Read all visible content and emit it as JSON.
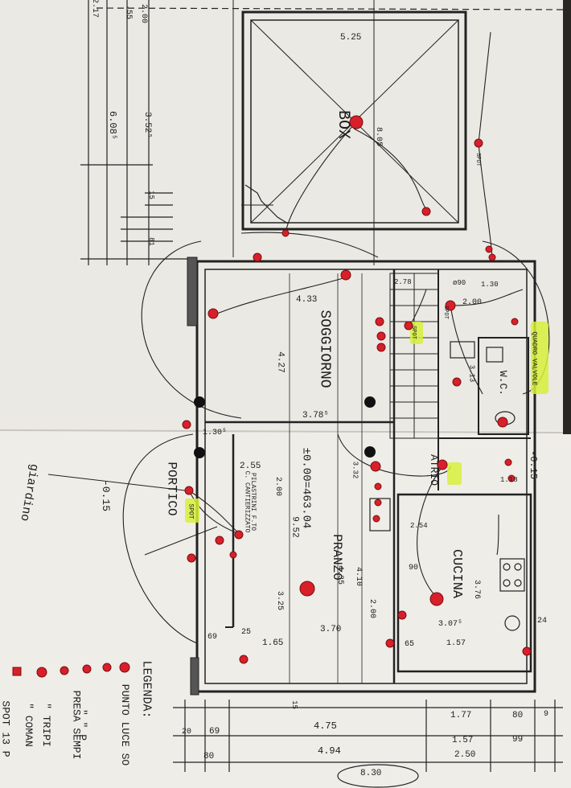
{
  "rooms": {
    "box": "BOX",
    "soggiorno": "SOGGIORNO",
    "portico": "PORTICO",
    "pranzo": "PRANZO",
    "cucina": "CUCINA",
    "wc": "W.C.",
    "atrio": "ATRIO",
    "giardino": "giardino"
  },
  "level": "±0.00=463.04",
  "level_outside": "-0.15",
  "level_right": "-0.15",
  "column_note": [
    "PILASTRINI F.TO",
    "C. CANTIERIZZATO"
  ],
  "quadro": "QUADRO VALVOLE",
  "spot_tags": [
    "SPOT",
    "SPOT",
    "SPOT",
    "SPOT"
  ],
  "legend": {
    "title": "LEGENDA:",
    "items": [
      "PUNTO LUCE SO",
      "\" \" P",
      "PRESA SEMPI",
      "\" TRIPI",
      "\" COMAN",
      "SPOT   13 P"
    ]
  },
  "dims": {
    "d_525": "5.25",
    "d_805": "8.05",
    "d_3525": "3.52⁵",
    "d_6085": "6.08⁵",
    "d_200": "2.00",
    "d_055": ".55",
    "d_217": "2.17",
    "d_15": "15",
    "d_81": "81",
    "d_433": "4.33",
    "d_427": "4.27",
    "d_378": "3.78⁵",
    "d_255": "2.55",
    "d_300": "2.00",
    "d_952": "9.52",
    "d_435": "4.35",
    "d_410": "4.10",
    "d_200b": "2.00",
    "d_325": "3.25",
    "d_370": "3.70",
    "d_165": "1.65",
    "d_375": "3.76",
    "d_3075": "3.07⁵",
    "d_157": "1.57",
    "d_065": "65",
    "d_475": "4.75",
    "d_494": "4.94",
    "d_177": "1.77",
    "d_157b": "1.57",
    "d_250": "2.50",
    "d_80": "80",
    "d_99": "99",
    "d_69": "69",
    "d_20": "20",
    "d_80b": "80",
    "d_69b": "69",
    "d_830": "8.30",
    "d_1305": "1.30⁵",
    "d_130": "1.30",
    "d_178": "2.78",
    "d_090": "ø90",
    "d_200c": "2.00",
    "d_313": "3.13",
    "d_118": "1.18",
    "d_254": "2.54",
    "d_332": "3.32",
    "d_090b": "90",
    "d_25": "25",
    "d_24": "24",
    "d_9": "9",
    "d_15b": "15"
  },
  "colors": {
    "paper": "#efede8",
    "ink": "#1c1c1c",
    "red": "#d8202a",
    "highlight": "#d6f03a"
  }
}
